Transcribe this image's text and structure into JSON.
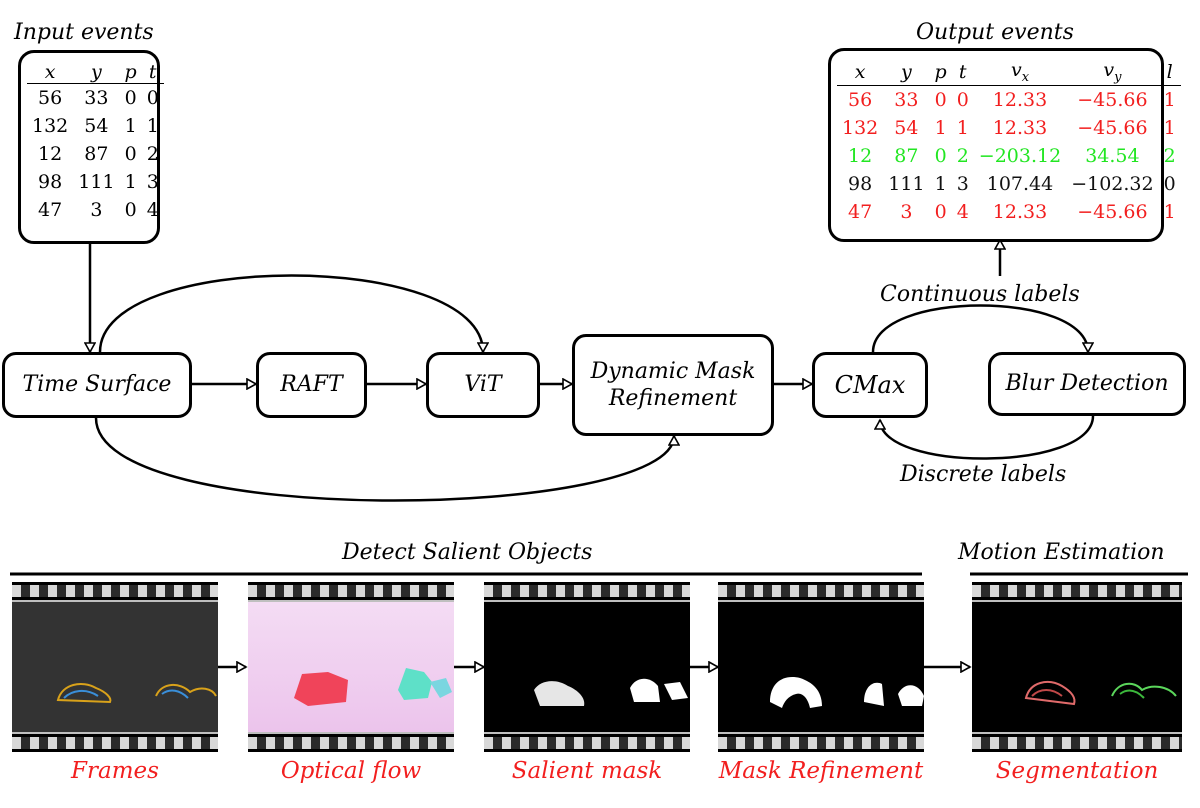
{
  "input_events": {
    "title": "Input events",
    "headers": [
      "x",
      "y",
      "p",
      "t"
    ],
    "rows": [
      [
        "56",
        "33",
        "0",
        "0"
      ],
      [
        "132",
        "54",
        "1",
        "1"
      ],
      [
        "12",
        "87",
        "0",
        "2"
      ],
      [
        "98",
        "111",
        "1",
        "3"
      ],
      [
        "47",
        "3",
        "0",
        "4"
      ]
    ]
  },
  "output_events": {
    "title": "Output events",
    "headers": [
      "x",
      "y",
      "p",
      "t",
      "v_x",
      "v_y",
      "l"
    ],
    "rows": [
      {
        "color": "red",
        "cells": [
          "56",
          "33",
          "0",
          "0",
          "12.33",
          "−45.66",
          "1"
        ]
      },
      {
        "color": "red",
        "cells": [
          "132",
          "54",
          "1",
          "1",
          "12.33",
          "−45.66",
          "1"
        ]
      },
      {
        "color": "green",
        "cells": [
          "12",
          "87",
          "0",
          "2",
          "−203.12",
          "34.54",
          "2"
        ]
      },
      {
        "color": "black",
        "cells": [
          "98",
          "111",
          "1",
          "3",
          "107.44",
          "−102.32",
          "0"
        ]
      },
      {
        "color": "red",
        "cells": [
          "47",
          "3",
          "0",
          "4",
          "12.33",
          "−45.66",
          "1"
        ]
      }
    ]
  },
  "pipeline": {
    "time_surface": "Time Surface",
    "raft": "RAFT",
    "vit": "ViT",
    "dmr_line1": "Dynamic Mask",
    "dmr_line2": "Refinement",
    "cmax": "CMax",
    "blur": "Blur Detection",
    "continuous_labels": "Continuous labels",
    "discrete_labels": "Discrete labels"
  },
  "sections": {
    "detect": "Detect Salient Objects",
    "motion": "Motion Estimation"
  },
  "frames": {
    "captions": [
      "Frames",
      "Optical flow",
      "Salient mask",
      "Mask Refinement",
      "Segmentation"
    ]
  },
  "colors": {
    "highlight": "#f21f1f",
    "label_green": "#22e622"
  }
}
